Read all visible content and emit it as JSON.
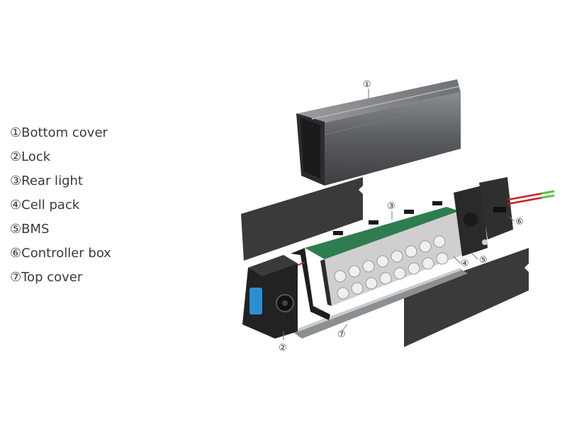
{
  "legend": [
    {
      "label": "①Bottom cover"
    },
    {
      "label": "②Lock"
    },
    {
      "label": "③Rear light"
    },
    {
      "label": "④Cell pack"
    },
    {
      "label": "⑤BMS"
    },
    {
      "label": "⑥Controller box"
    },
    {
      "label": "⑦Top cover"
    }
  ],
  "callouts": {
    "c1": "①",
    "c2": "②",
    "c3": "③",
    "c4": "④",
    "c5": "⑤",
    "c6": "⑥",
    "c7": "⑦"
  },
  "colors": {
    "aluminum": "#5a5d60",
    "panel": "#3a3a3a",
    "pcb": "#2e7d4f",
    "cell": "#d8d8d8",
    "wire_red": "#c8202a",
    "wire_green": "#5cc34a",
    "lock_blue": "#2a8fd0"
  }
}
